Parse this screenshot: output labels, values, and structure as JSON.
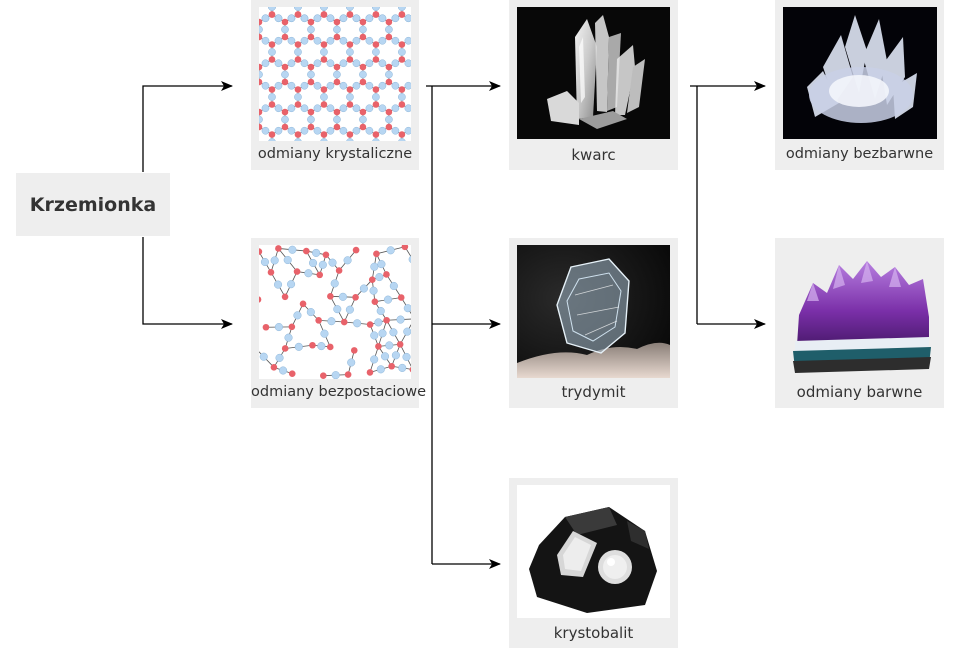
{
  "root": {
    "label": "Krzemionka"
  },
  "nodes": {
    "crystalline": {
      "label": "odmiany krystaliczne",
      "icon": "hexagonal-lattice-icon"
    },
    "amorphous": {
      "label": "odmiany bezpostaciowe",
      "icon": "amorphous-network-icon"
    },
    "quartz": {
      "label": "kwarc",
      "icon": "quartz-crystal-photo"
    },
    "tridymite": {
      "label": "trydymit",
      "icon": "tridymite-crystal-photo"
    },
    "cristobalite": {
      "label": "krystobalit",
      "icon": "cristobalite-obsidian-photo"
    },
    "colorless": {
      "label": "odmiany bezbarwne",
      "icon": "rock-crystal-photo"
    },
    "colored": {
      "label": "odmiany barwne",
      "icon": "amethyst-photo"
    }
  },
  "colors": {
    "card_bg": "#eeeeee",
    "line": "#000000",
    "text": "#333333",
    "oxygen_atom": "#b7d6f2",
    "silicon_atom": "#e8626a",
    "amethyst": "#8a3fb5"
  }
}
